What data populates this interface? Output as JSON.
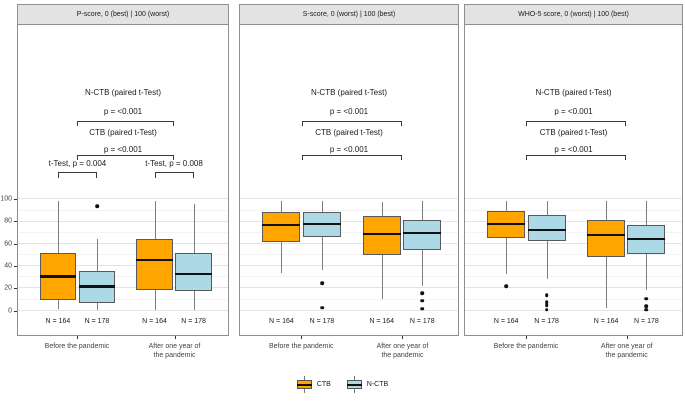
{
  "chart_data": {
    "type": "boxplot",
    "ylim": [
      0,
      100
    ],
    "y_ticks": [
      0,
      20,
      40,
      60,
      80,
      100
    ],
    "y_minor_step": 10,
    "grid": true,
    "legend_position": "bottom",
    "group_labels": [
      "Before the pandemic",
      "After one year of\nthe pandemic"
    ],
    "series": [
      {
        "name": "CTB",
        "color": "#FFA500"
      },
      {
        "name": "N-CTB",
        "color": "#ADD8E6"
      }
    ],
    "legend": [
      {
        "label": "CTB",
        "color": "#FFA500"
      },
      {
        "label": "N-CTB",
        "color": "#ADD8E6"
      }
    ],
    "colors": {
      "median": "#111111",
      "whisker": "#7f7f7f",
      "box_border": "#5a5a5a",
      "strip_bg": "#e3e3e3",
      "panel_border": "#8f8f8f",
      "grid_major": "#e4e4e4",
      "grid_minor": "#f3f3f3"
    },
    "panels": [
      {
        "title": "P-score, 0 (best) | 100 (worst)",
        "paired_tests": [
          {
            "label": "N-CTB (paired t-Test)",
            "p_value": "p = <0.001"
          },
          {
            "label": "CTB (paired t-Test)",
            "p_value": "p = <0.001"
          }
        ],
        "pair_tests": [
          "t-Test, p = 0.004",
          "t-Test, p = 0.008"
        ],
        "boxes": [
          {
            "group": 0,
            "series": "CTB",
            "n_label": "N = 164",
            "whisker_low": 1,
            "q1": 9,
            "median": 30,
            "q3": 51,
            "whisker_high": 98,
            "outliers": []
          },
          {
            "group": 0,
            "series": "N-CTB",
            "n_label": "N = 178",
            "whisker_low": 0,
            "q1": 6,
            "median": 21,
            "q3": 35,
            "whisker_high": 64,
            "outliers": [
              93
            ]
          },
          {
            "group": 1,
            "series": "CTB",
            "n_label": "N = 164",
            "whisker_low": 0,
            "q1": 18,
            "median": 45,
            "q3": 64,
            "whisker_high": 98,
            "outliers": []
          },
          {
            "group": 1,
            "series": "N-CTB",
            "n_label": "N = 178",
            "whisker_low": 0,
            "q1": 17,
            "median": 32,
            "q3": 51,
            "whisker_high": 95,
            "outliers": []
          }
        ]
      },
      {
        "title": "S-score, 0 (worst) | 100 (best)",
        "paired_tests": [
          {
            "label": "N-CTB (paired t-Test)",
            "p_value": "p = <0.001"
          },
          {
            "label": "CTB (paired t-Test)",
            "p_value": "p = <0.001"
          }
        ],
        "pair_tests": [],
        "boxes": [
          {
            "group": 0,
            "series": "CTB",
            "n_label": "N = 164",
            "whisker_low": 33,
            "q1": 61,
            "median": 76,
            "q3": 88,
            "whisker_high": 98,
            "outliers": []
          },
          {
            "group": 0,
            "series": "N-CTB",
            "n_label": "N = 178",
            "whisker_low": 36,
            "q1": 65,
            "median": 77,
            "q3": 88,
            "whisker_high": 98,
            "outliers": [
              24,
              2
            ]
          },
          {
            "group": 1,
            "series": "CTB",
            "n_label": "N = 164",
            "whisker_low": 10,
            "q1": 49,
            "median": 68,
            "q3": 84,
            "whisker_high": 97,
            "outliers": []
          },
          {
            "group": 1,
            "series": "N-CTB",
            "n_label": "N = 178",
            "whisker_low": 21,
            "q1": 54,
            "median": 69,
            "q3": 81,
            "whisker_high": 98,
            "outliers": [
              15,
              8,
              1
            ]
          }
        ]
      },
      {
        "title": "WHO-5 score, 0 (worst) | 100 (best)",
        "paired_tests": [
          {
            "label": "N-CTB (paired t-Test)",
            "p_value": "p = <0.001"
          },
          {
            "label": "CTB (paired t-Test)",
            "p_value": "p = <0.001"
          }
        ],
        "pair_tests": [],
        "boxes": [
          {
            "group": 0,
            "series": "CTB",
            "n_label": "N = 164",
            "whisker_low": 32,
            "q1": 64,
            "median": 77,
            "q3": 89,
            "whisker_high": 98,
            "outliers": [
              21
            ]
          },
          {
            "group": 0,
            "series": "N-CTB",
            "n_label": "N = 178",
            "whisker_low": 28,
            "q1": 62,
            "median": 72,
            "q3": 85,
            "whisker_high": 98,
            "outliers": [
              13,
              7,
              4,
              0
            ]
          },
          {
            "group": 1,
            "series": "CTB",
            "n_label": "N = 164",
            "whisker_low": 2,
            "q1": 47,
            "median": 67,
            "q3": 81,
            "whisker_high": 98,
            "outliers": []
          },
          {
            "group": 1,
            "series": "N-CTB",
            "n_label": "N = 178",
            "whisker_low": 18,
            "q1": 50,
            "median": 64,
            "q3": 76,
            "whisker_high": 98,
            "outliers": [
              10,
              3,
              0
            ]
          }
        ]
      }
    ]
  }
}
